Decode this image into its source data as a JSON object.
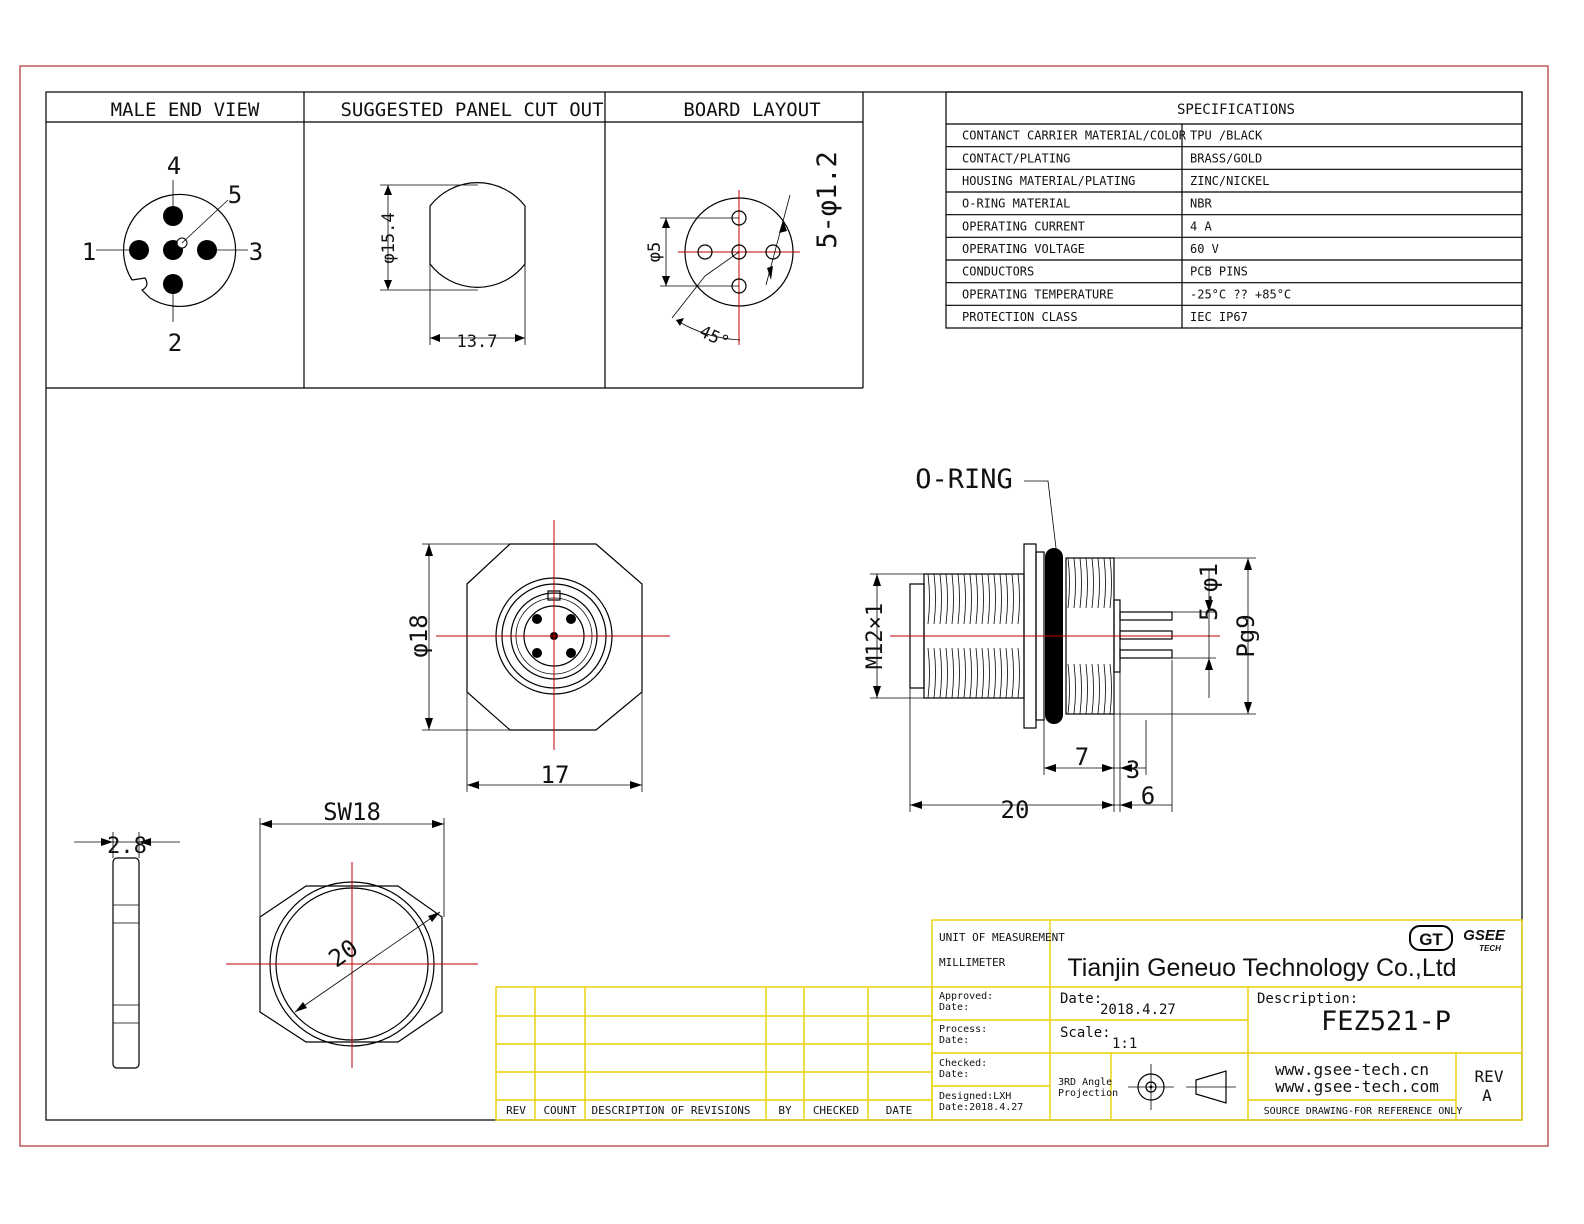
{
  "views": {
    "male_end_view": {
      "title": "MALE END VIEW",
      "pins": [
        "1",
        "2",
        "3",
        "4",
        "5"
      ]
    },
    "panel_cut": {
      "title": "SUGGESTED PANEL CUT OUT",
      "dim_height": "φ15.4",
      "dim_width": "13.7"
    },
    "board_layout": {
      "title": "BOARD  LAYOUT",
      "dim_hole": "5-φ1.2",
      "dim_dia": "φ5",
      "dim_angle": "45°"
    }
  },
  "specs": {
    "title": "SPECIFICATIONS",
    "rows": [
      {
        "label": "CONTANCT CARRIER MATERIAL/COLOR",
        "value": "TPU /BLACK"
      },
      {
        "label": "CONTACT/PLATING",
        "value": "BRASS/GOLD"
      },
      {
        "label": "HOUSING MATERIAL/PLATING",
        "value": "ZINC/NICKEL"
      },
      {
        "label": "O-RING  MATERIAL",
        "value": "NBR"
      },
      {
        "label": "OPERATING CURRENT",
        "value": "4 A"
      },
      {
        "label": "OPERATING VOLTAGE",
        "value": "60 V"
      },
      {
        "label": "CONDUCTORS",
        "value": "PCB PINS"
      },
      {
        "label": "OPERATING TEMPERATURE",
        "value": "-25°C ?? +85°C"
      },
      {
        "label": "PROTECTION CLASS",
        "value": "IEC  IP67"
      }
    ]
  },
  "front": {
    "dim_dia": "φ18",
    "dim_width": "17"
  },
  "side": {
    "oring": "O-RING",
    "thread": "M12×1",
    "pins": "5-φ1",
    "pg": "Pg9",
    "d7": "7",
    "d3": "3",
    "d20": "20",
    "d6": "6"
  },
  "nut": {
    "sw": "SW18",
    "thickness": "2.8",
    "dia": "20"
  },
  "revisions": {
    "headers": [
      "REV",
      "COUNT",
      "DESCRIPTION  OF  REVISIONS",
      "BY",
      "CHECKED",
      "DATE"
    ]
  },
  "titleblock": {
    "unit_label": "UNIT OF MEASUREMENT",
    "unit_value": "MILLIMETER",
    "company": "Tianjin Geneuo Technology Co.,Ltd",
    "logo_mark": "GT",
    "logo_name": "GSEE",
    "logo_sub": "TECH",
    "approved": "Approved:",
    "approved_date": "Date:",
    "process": "Process:",
    "process_date": "Date:",
    "checked": "Checked:",
    "checked_date": "Date:",
    "designed": "Designed:LXH",
    "designed_date": "Date:2018.4.27",
    "date_label": "Date:",
    "date_value": "2018.4.27",
    "scale_label": "Scale:",
    "scale_value": "1:1",
    "projection_1": "3RD Angle",
    "projection_2": "Projection",
    "desc_label": "Description:",
    "desc_value": "FEZ521-P",
    "web1": "www.gsee-tech.cn",
    "web2": "www.gsee-tech.com",
    "source_note": "SOURCE DRAWING-FOR REFERENCE ONLY",
    "rev_label": "REV",
    "rev_value": "A"
  }
}
